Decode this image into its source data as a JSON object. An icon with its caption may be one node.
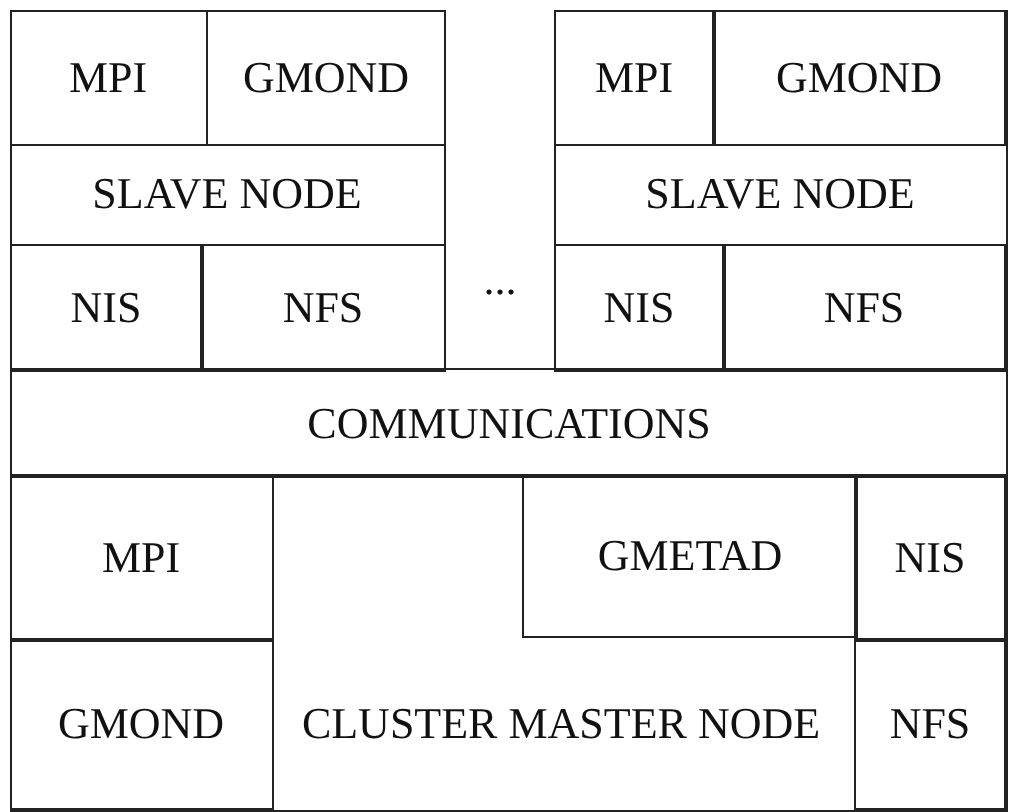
{
  "diagram": {
    "nodes": [
      {
        "text": [
          "SLAVE NODE"
        ]
      },
      {
        "text": [
          "MPI"
        ],
        "in": 0
      },
      {
        "text": [
          "GMOND"
        ],
        "in": 0
      },
      {
        "text": [
          "NIS"
        ],
        "in": 0
      },
      {
        "text": [
          "NFS"
        ],
        "in": 0
      },
      {
        "text": [
          "SLAVE NODE"
        ]
      },
      {
        "text": [
          "MPI"
        ],
        "in": 5
      },
      {
        "text": [
          "GMOND"
        ],
        "in": 5
      },
      {
        "text": [
          "NIS"
        ],
        "in": 5
      },
      {
        "text": [
          "NFS"
        ],
        "in": 5
      },
      {
        "text": [
          "COMMUNICATIONS"
        ]
      },
      {
        "text": [
          "CLUSTER MASTER NODE"
        ]
      },
      {
        "text": [
          "MPI"
        ],
        "in": 11
      },
      {
        "text": [
          "GMETAD"
        ],
        "in": 11
      },
      {
        "text": [
          "NIS"
        ],
        "in": 11
      },
      {
        "text": [
          "GMOND"
        ],
        "in": 11
      },
      {
        "text": [
          "NFS"
        ],
        "in": 11
      }
    ],
    "edges": [],
    "labels": [
      "..."
    ]
  }
}
